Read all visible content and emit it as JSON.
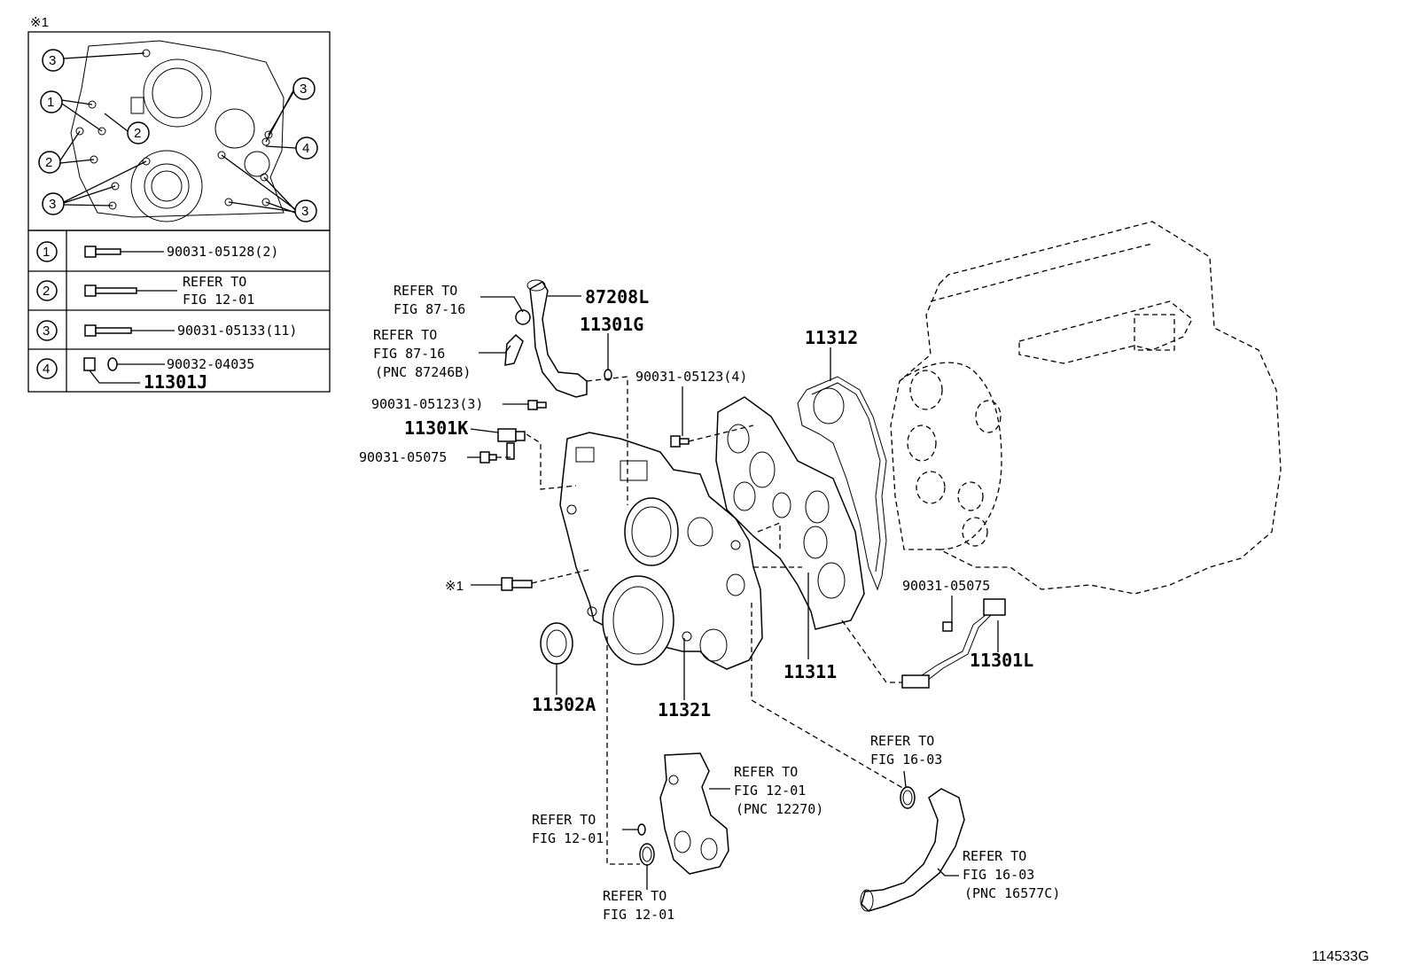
{
  "inset": {
    "mark": "※1",
    "callouts": [
      "3",
      "1",
      "2",
      "2",
      "3",
      "3",
      "4",
      "3"
    ],
    "rows": [
      {
        "num": "1",
        "part": "90031-05128(2)"
      },
      {
        "num": "2",
        "ref_line1": "REFER TO",
        "ref_line2": "FIG 12-01"
      },
      {
        "num": "3",
        "part": "90031-05133(11)"
      },
      {
        "num": "4",
        "part": "90032-04035",
        "part2": "11301J"
      }
    ]
  },
  "labels": {
    "refer_8716_a_1": "REFER TO",
    "refer_8716_a_2": "FIG 87-16",
    "part_87208L": "87208L",
    "refer_8716_b_1": "REFER TO",
    "refer_8716_b_2": "FIG 87-16",
    "refer_8716_b_3": "(PNC 87246B)",
    "part_11301G": "11301G",
    "part_11312": "11312",
    "part_90031_05123_4": "90031-05123(4)",
    "part_90031_05123_3": "90031-05123(3)",
    "part_11301K": "11301K",
    "part_90031_05075_a": "90031-05075",
    "mark1": "※1",
    "part_90031_05075_b": "90031-05075",
    "part_11301L": "11301L",
    "part_11311": "11311",
    "part_11302A": "11302A",
    "part_11321": "11321",
    "refer_1603_a_1": "REFER TO",
    "refer_1603_a_2": "FIG 16-03",
    "refer_1201_a_1": "REFER TO",
    "refer_1201_a_2": "FIG 12-01",
    "refer_1201_a_3": "(PNC 12270)",
    "refer_1201_b_1": "REFER TO",
    "refer_1201_b_2": "FIG 12-01",
    "refer_1201_c_1": "REFER TO",
    "refer_1201_c_2": "FIG 12-01",
    "refer_1603_b_1": "REFER TO",
    "refer_1603_b_2": "FIG 16-03",
    "refer_1603_b_3": "(PNC 16577C)",
    "figure_id": "114533G"
  }
}
